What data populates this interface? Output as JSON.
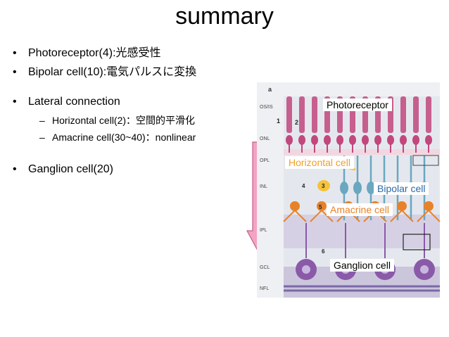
{
  "slide": {
    "title": "summary",
    "bullets": [
      {
        "text": "Photoreceptor(4):光感受性"
      },
      {
        "text": "Bipolar cell(10):電気パルスに変換"
      },
      {
        "text": "Lateral connection",
        "subitems": [
          "Horizontal cell(2)：空間的平滑化",
          "Amacrine cell(30~40)：nonlinear"
        ]
      },
      {
        "text": "Ganglion cell(20)"
      }
    ]
  },
  "figure": {
    "panel_letter": "a",
    "layer_labels": [
      "OS/IS",
      "ONL",
      "OPL",
      "INL",
      "IPL",
      "GCL",
      "NFL"
    ],
    "cell_numbers": [
      "1",
      "2",
      "3",
      "4",
      "5",
      "6"
    ],
    "overlay_labels": {
      "photoreceptor": "Photoreceptor",
      "horizontal": "Horizontal cell",
      "bipolar": "Bipolar cell",
      "amacrine": "Amacrine cell",
      "ganglion": "Ganglion cell"
    },
    "colors": {
      "photoreceptor": "#c2477c",
      "horizontal": "#f0a02a",
      "bipolar": "#6aa7c0",
      "amacrine": "#e8822a",
      "ganglion": "#8a5aa8",
      "horizontal_label": "#f0a02a",
      "bipolar_label": "#2a6aa8",
      "amacrine_label": "#e8822a"
    }
  },
  "arrow": {
    "color": "#f4a3c3"
  }
}
